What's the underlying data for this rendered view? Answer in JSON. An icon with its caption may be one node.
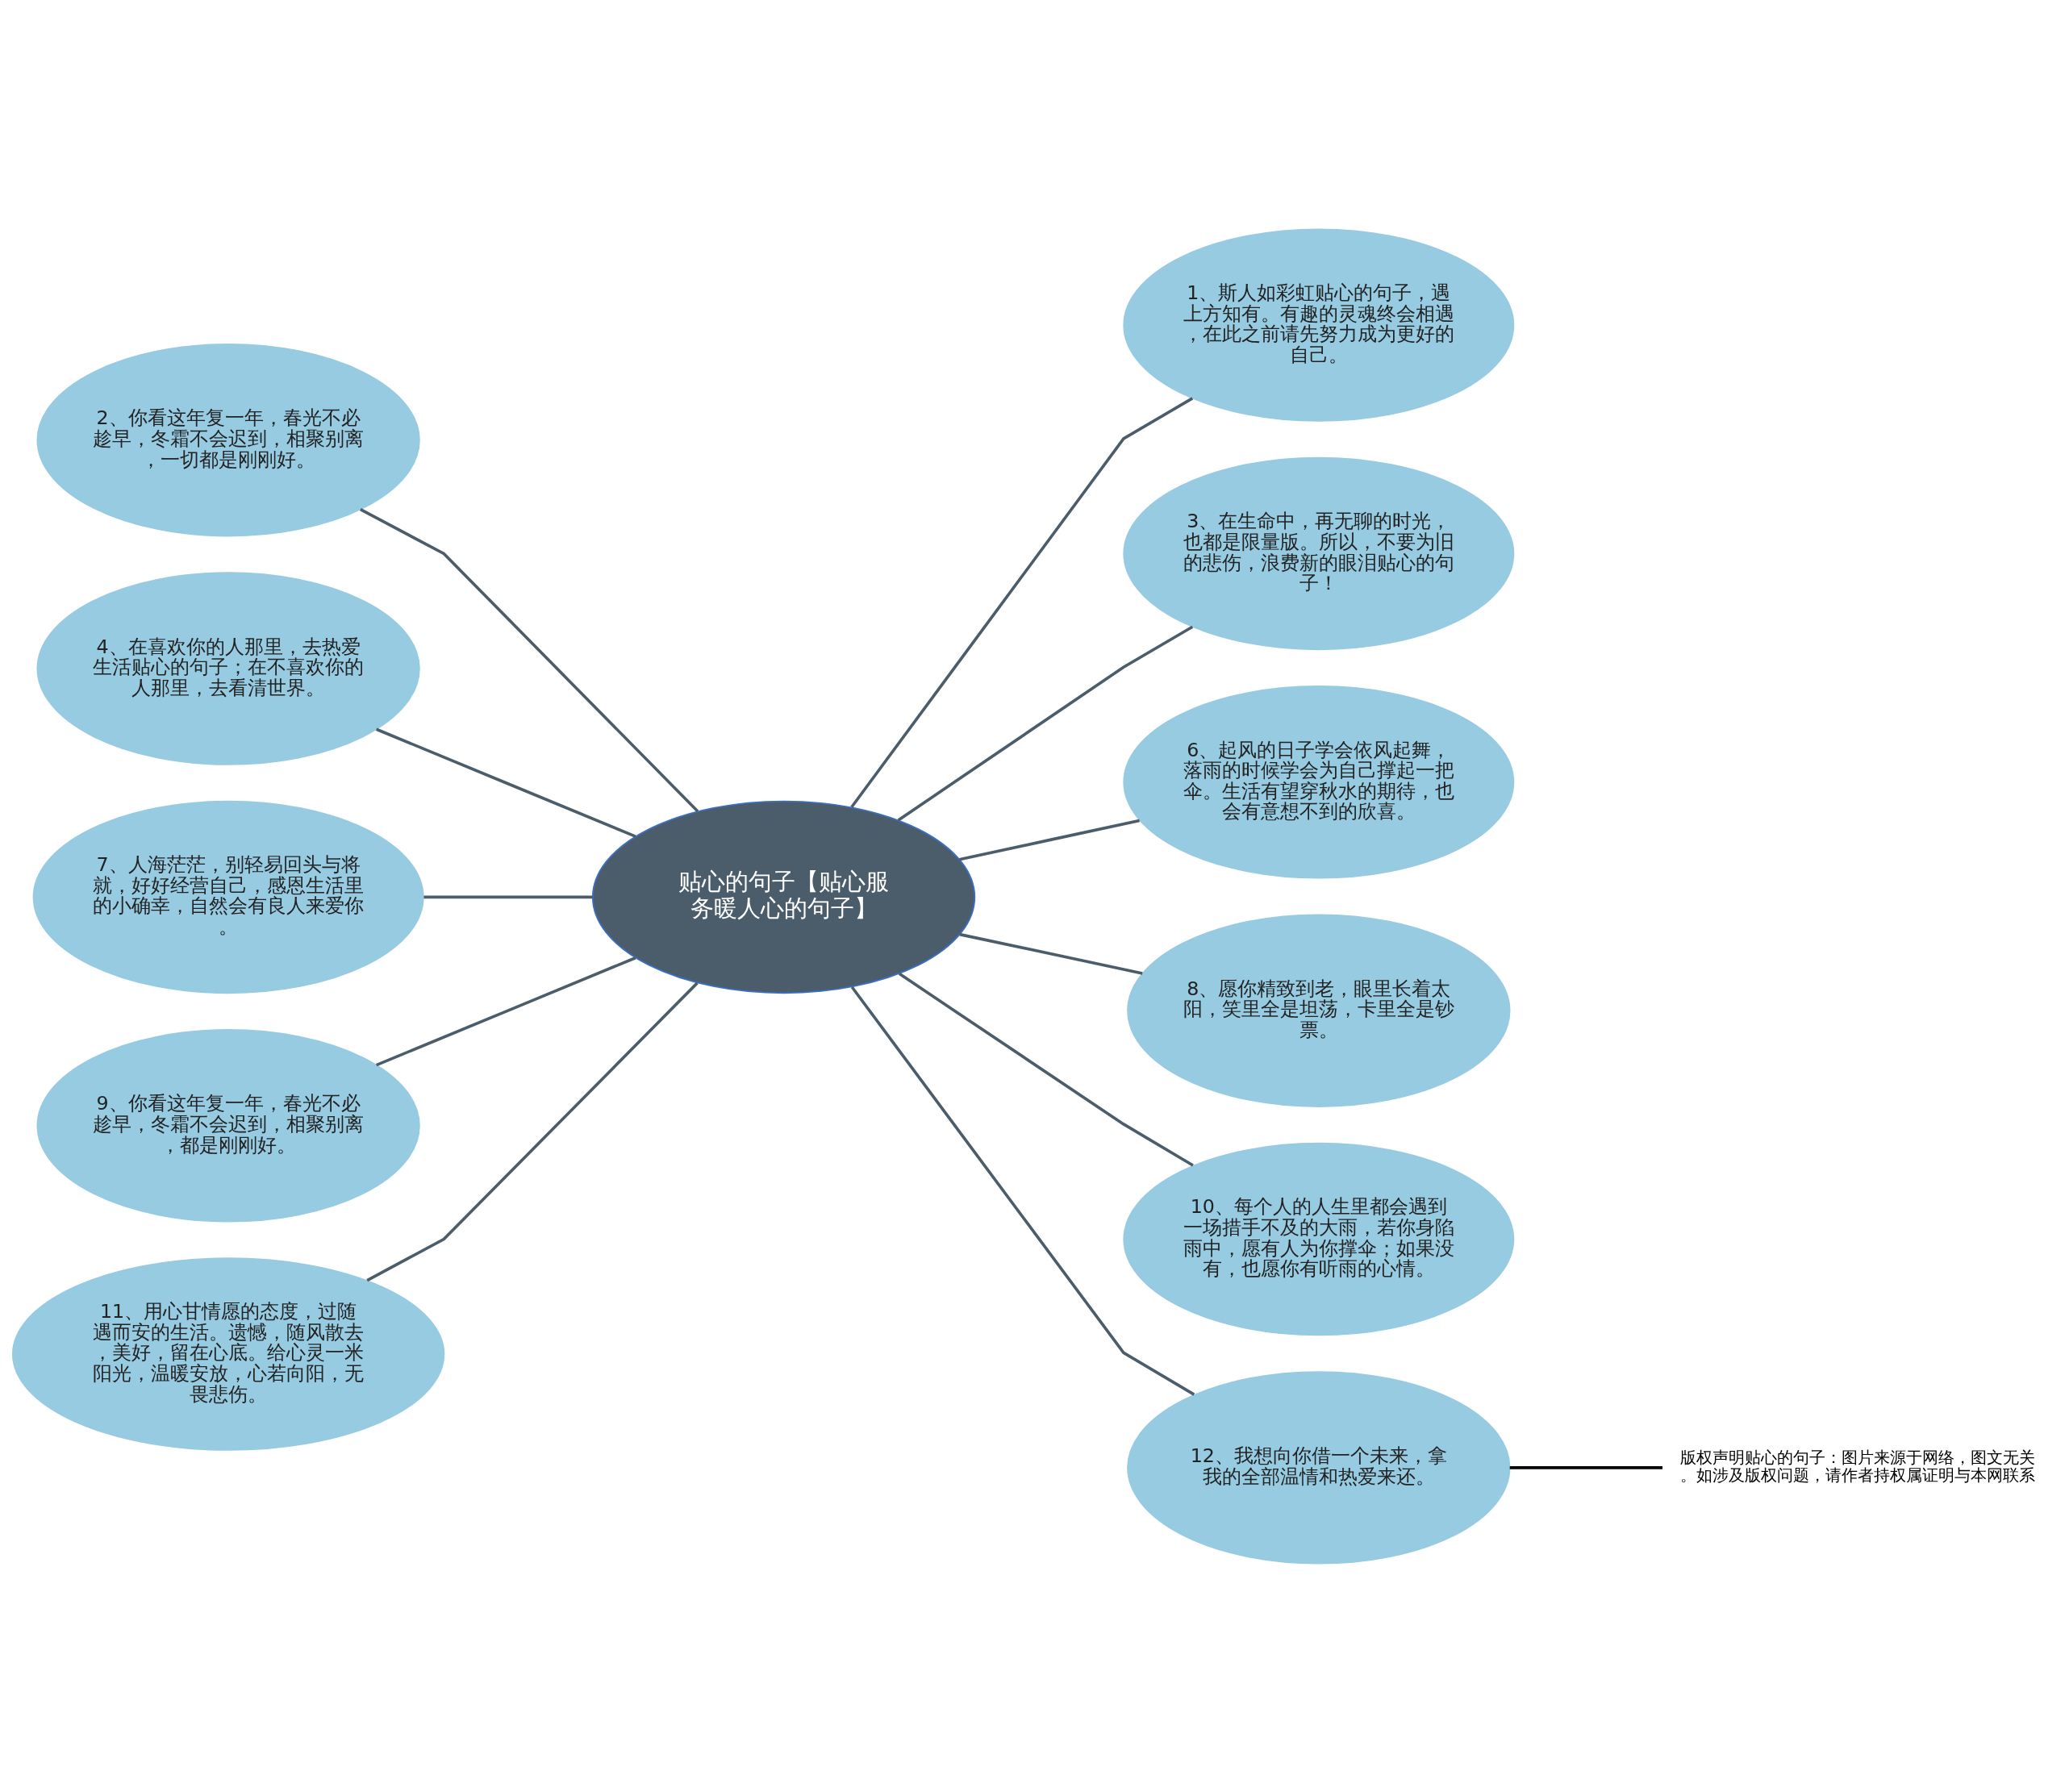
{
  "diagram": {
    "nodes": [
      {
        "text": [
          "贴心的句子【贴心服务暖人心的句子】"
        ]
      },
      {
        "text": [
          "1、斯人如彩虹贴心的句子，遇上方知有。有趣的灵魂终会相遇，在此之前请先努力成为更好的自己。"
        ]
      },
      {
        "text": [
          "2、你看这年复一年，春光不必趁早，冬霜不会迟到，相聚别离，一切都是刚刚好。"
        ]
      },
      {
        "text": [
          "3、在生命中，再无聊的时光，也都是限量版。所以，不要为旧的悲伤，浪费新的眼泪贴心的句子！"
        ]
      },
      {
        "text": [
          "4、在喜欢你的人那里，去热爱生活贴心的句子；在不喜欢你的人那里，去看清世界。"
        ]
      },
      {
        "text": [
          "6、起风的日子学会依风起舞，落雨的时候学会为自己撑起一把伞。生活有望穿秋水的期待，也会有意想不到的欣喜。"
        ]
      },
      {
        "text": [
          "7、人海茫茫，别轻易回头与将就，好好经营自己，感恩生活里的小确幸，自然会有良人来爱你。"
        ]
      },
      {
        "text": [
          "8、愿你精致到老，眼里长着太阳，笑里全是坦荡，卡里全是钞票。"
        ]
      },
      {
        "text": [
          "9、你看这年复一年，春光不必趁早，冬霜不会迟到，相聚别离，都是刚刚好。"
        ]
      },
      {
        "text": [
          "10、每个人的人生里都会遇到一场措手不及的大雨，若你身陷雨中，愿有人为你撑伞；如果没有，也愿你有听雨的心情。"
        ]
      },
      {
        "text": [
          "11、用心甘情愿的态度，过随遇而安的生活。遗憾，随风散去，美好，留在心底。给心灵一米阳光，温暖安放，心若向阳，无畏悲伤。"
        ]
      },
      {
        "text": [
          "12、我想向你借一个未来，拿我的全部温情和热爱来还。"
        ]
      },
      {
        "text": [
          "版权声明贴心的句子：图片来源于网络，图文无关。如涉及版权问题，请作者持权属证明与本网联系"
        ]
      }
    ],
    "edges": [
      {
        "from": 0,
        "to": 1,
        "arrow": "none"
      },
      {
        "from": 0,
        "to": 2,
        "arrow": "none"
      },
      {
        "from": 0,
        "to": 3,
        "arrow": "none"
      },
      {
        "from": 0,
        "to": 4,
        "arrow": "none"
      },
      {
        "from": 0,
        "to": 5,
        "arrow": "none"
      },
      {
        "from": 0,
        "to": 6,
        "arrow": "none"
      },
      {
        "from": 0,
        "to": 7,
        "arrow": "none"
      },
      {
        "from": 0,
        "to": 8,
        "arrow": "none"
      },
      {
        "from": 0,
        "to": 9,
        "arrow": "none"
      },
      {
        "from": 0,
        "to": 10,
        "arrow": "none"
      },
      {
        "from": 0,
        "to": 11,
        "arrow": "none"
      },
      {
        "from": 11,
        "to": 12,
        "arrow": "none",
        "color": "#000000"
      }
    ]
  }
}
